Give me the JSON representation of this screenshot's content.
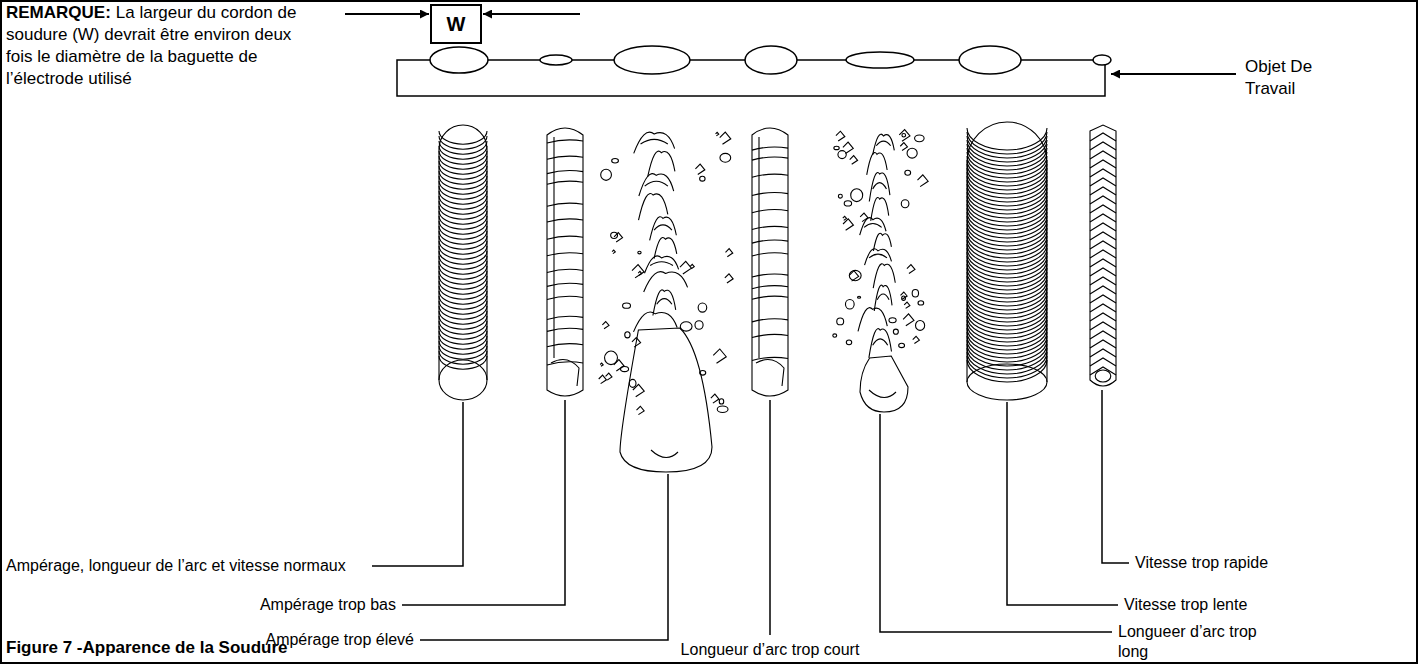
{
  "diagram": {
    "caption": "Figure 7 -Apparence de la Soudure",
    "nodes": [
      {
        "text": [
          "W"
        ]
      }
    ],
    "labels": [
      "REMARQUE:",
      "La largeur du cordon de soudure (W) devrait être environ deux fois le diamètre de la baguette de l’électrode utilisé",
      "Objet De Travail",
      "Ampérage, longueur de l’arc et vitesse normaux",
      "Ampérage trop bas",
      "Ampérage trop élevé",
      "Longueur d’arc trop court",
      "Longueer d’arc trop long",
      "Vitesse trop lente",
      "Vitesse trop rapide"
    ]
  }
}
